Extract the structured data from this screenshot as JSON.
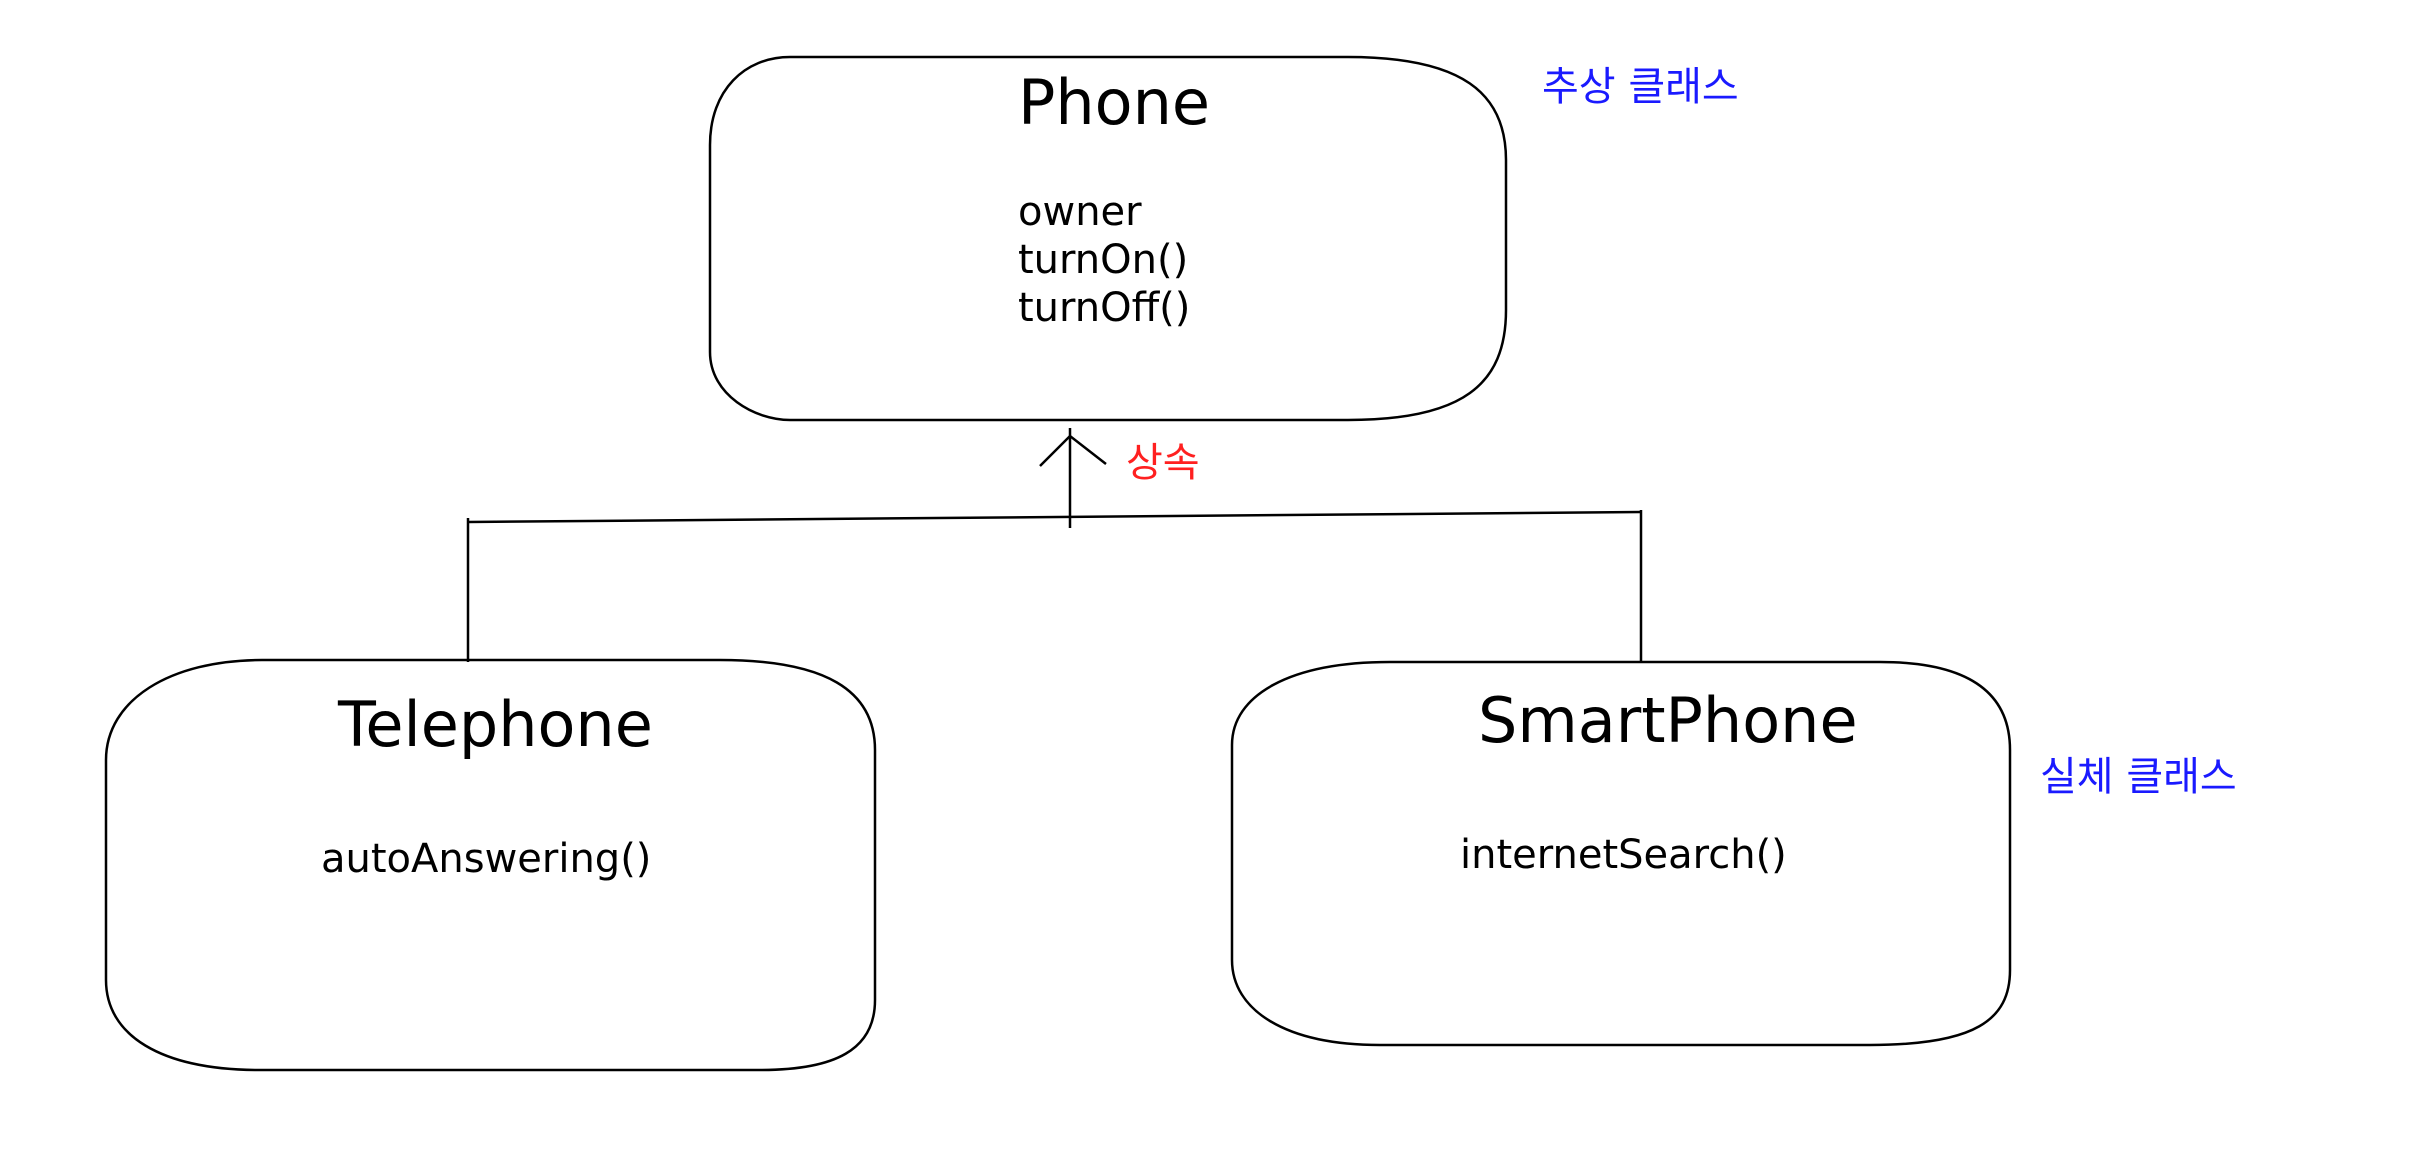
{
  "classes": {
    "phone": {
      "name": "Phone",
      "members": [
        "owner",
        "turnOn()",
        "turnOff()"
      ]
    },
    "telephone": {
      "name": "Telephone",
      "members": [
        "autoAnswering()"
      ]
    },
    "smartphone": {
      "name": "SmartPhone",
      "members": [
        "internetSearch()"
      ]
    }
  },
  "annotations": {
    "abstract_class": {
      "text": "추상 클래스",
      "color": "#1a1aff"
    },
    "inheritance": {
      "text": "상속",
      "color": "#ff2020"
    },
    "concrete_class": {
      "text": "실체 클래스",
      "color": "#1a1aff"
    }
  }
}
